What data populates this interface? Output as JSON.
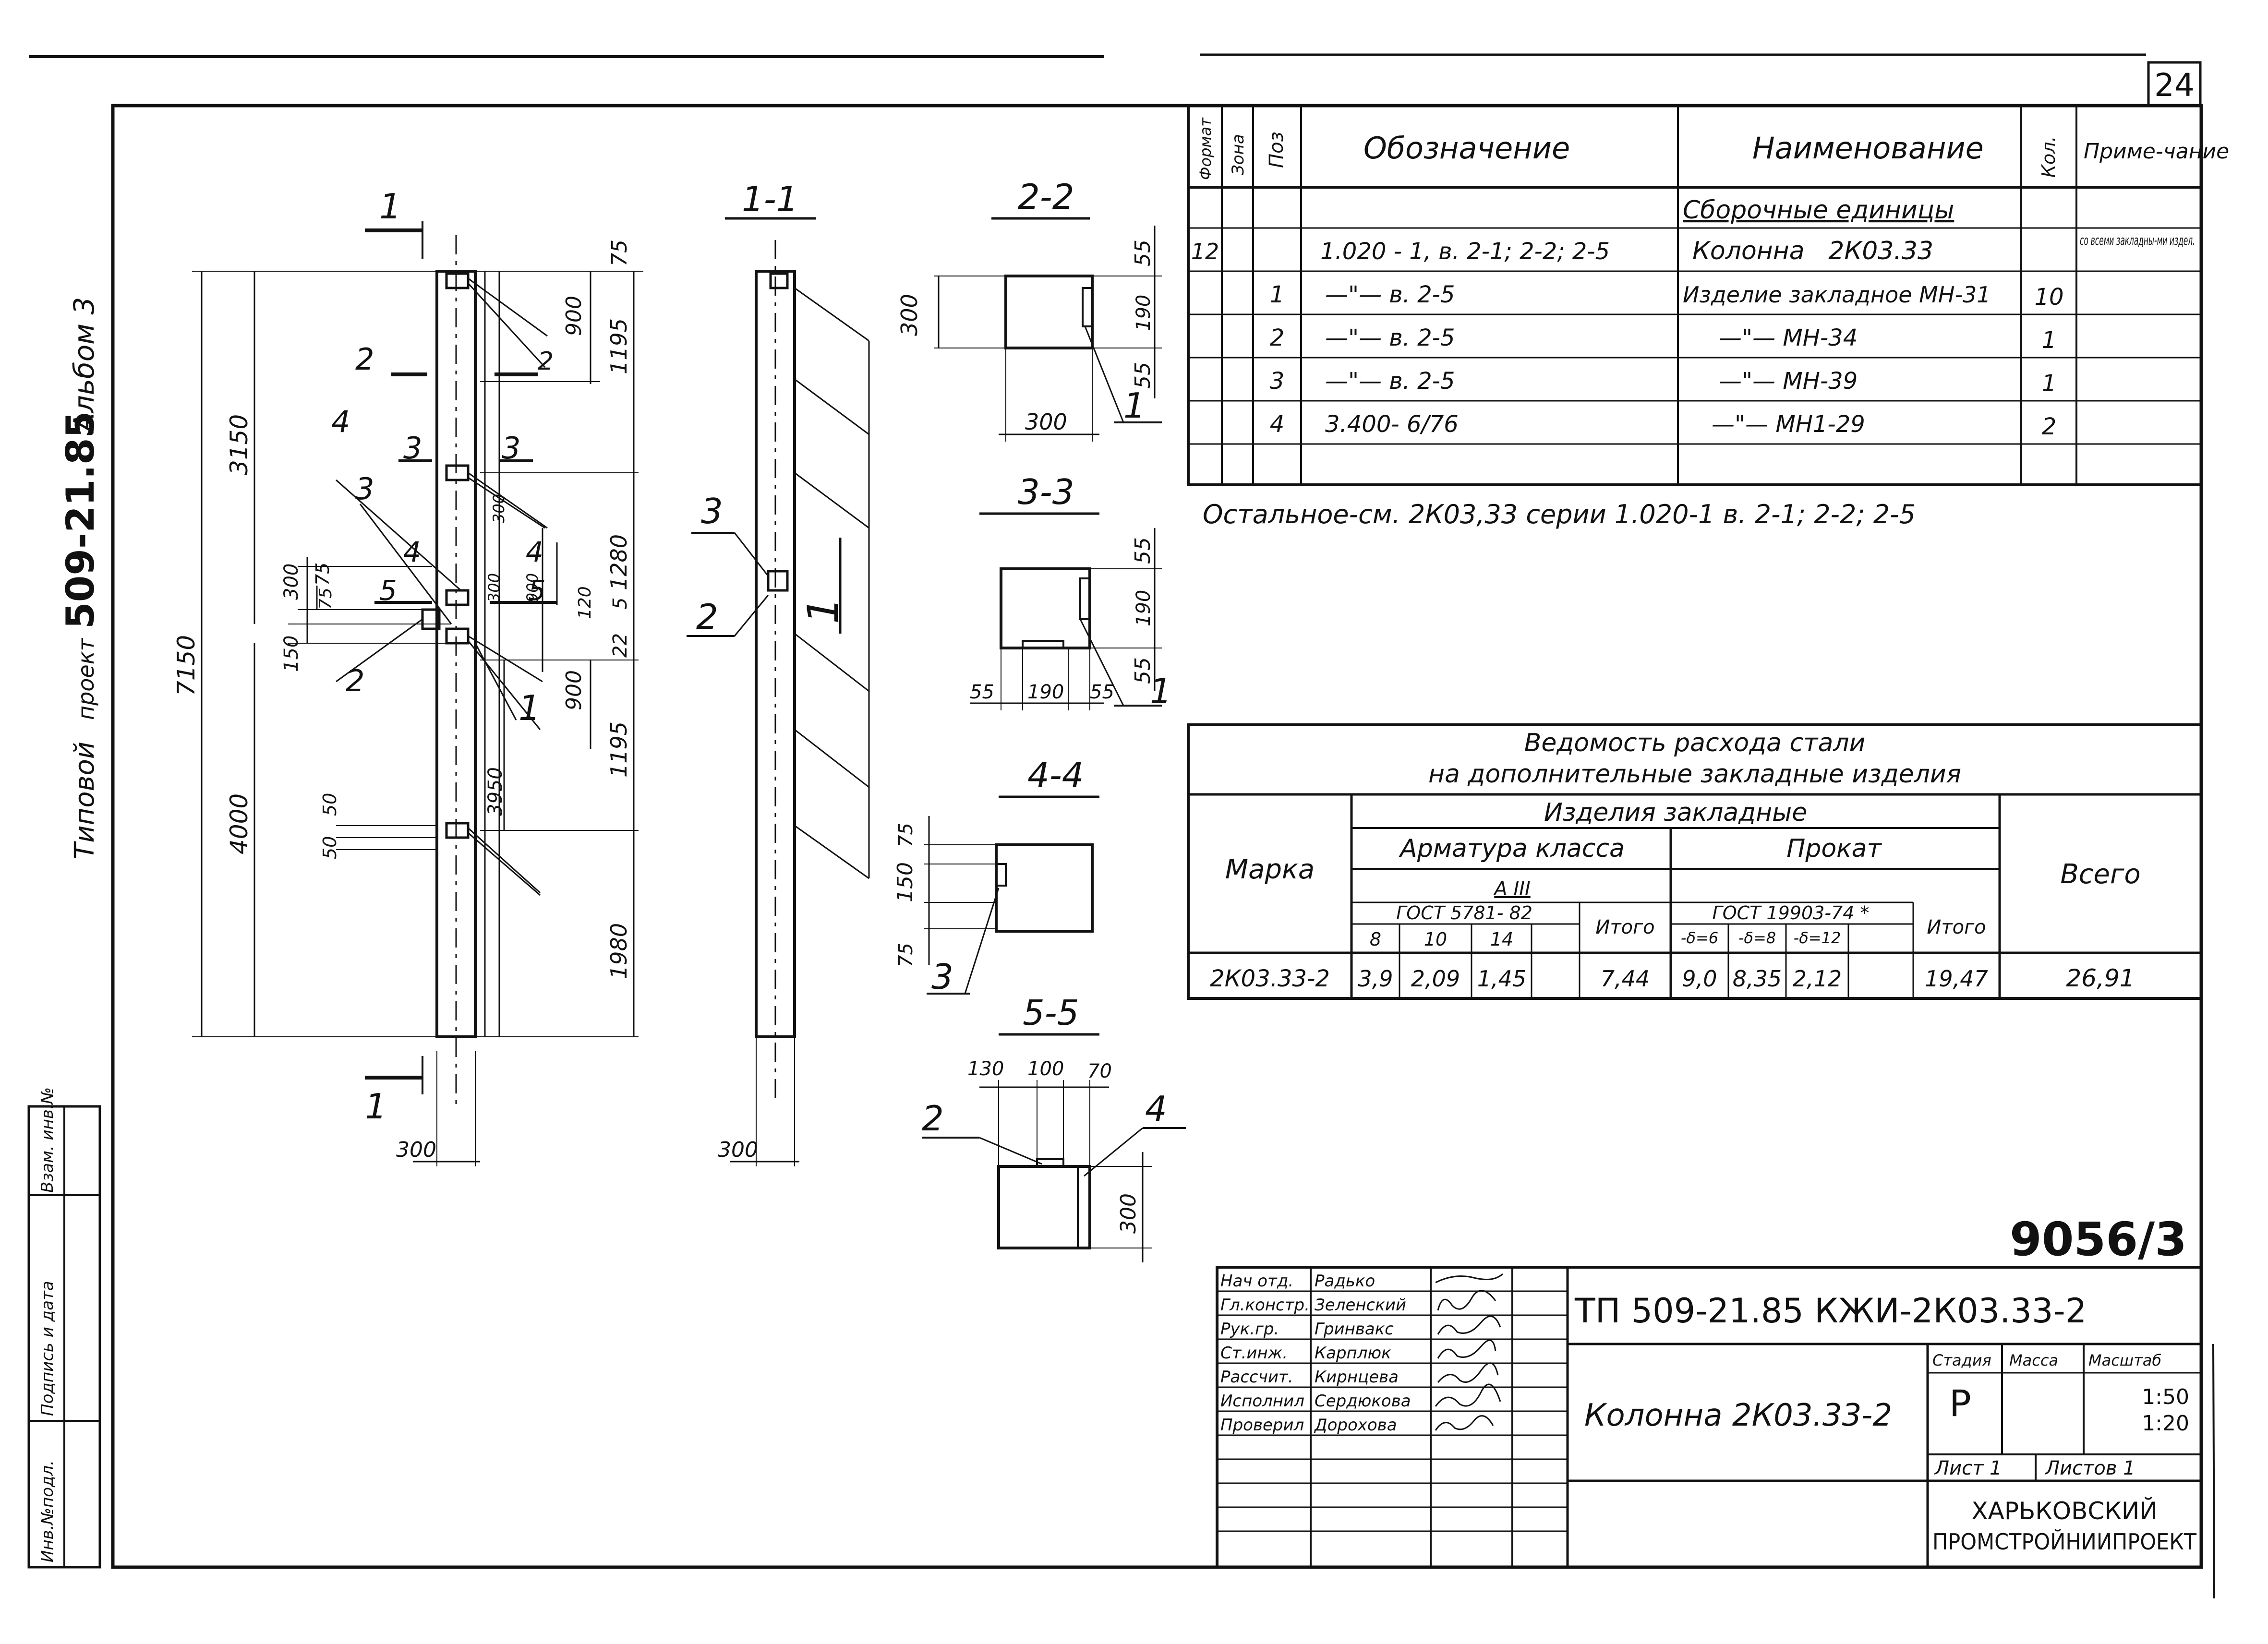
{
  "sheet_number": "24",
  "archive_number": "9056/3",
  "side_title": {
    "a": "Типовой",
    "b": "проект",
    "c": "509-21.85",
    "d": "Альбом 3"
  },
  "left_stamp": [
    "Инв.№подл.",
    "Подпись и дата",
    "Взам. инв.№"
  ],
  "elevation": {
    "section_marks": [
      "1",
      "1",
      "2",
      "3",
      "3",
      "4",
      "4",
      "5",
      "5",
      "2"
    ],
    "callouts": [
      "4",
      "3",
      "2",
      "1"
    ],
    "dims": [
      "75",
      "900",
      "1195",
      "1280",
      "120",
      "5",
      "22",
      "900",
      "1195",
      "1980",
      "3150",
      "4000",
      "7150",
      "300",
      "75",
      "75",
      "150",
      "50",
      "50",
      "300",
      "900",
      "300",
      "3950",
      "300"
    ]
  },
  "section_1_1": {
    "title": "1-1",
    "callouts": [
      "3",
      "2",
      "1"
    ],
    "dims": [
      "300"
    ]
  },
  "section_2_2": {
    "title": "2-2",
    "dims": [
      "300",
      "300",
      "55",
      "190",
      "55"
    ],
    "callouts": [
      "1"
    ]
  },
  "section_3_3": {
    "title": "3-3",
    "dims": [
      "55",
      "190",
      "55",
      "55",
      "190",
      "55"
    ],
    "callouts": [
      "1"
    ]
  },
  "section_4_4": {
    "title": "4-4",
    "dims": [
      "75",
      "150",
      "75"
    ],
    "callouts": [
      "3"
    ]
  },
  "section_5_5": {
    "title": "5-5",
    "dims": [
      "130",
      "100",
      "70",
      "300"
    ],
    "callouts": [
      "2",
      "4"
    ]
  },
  "spec_table": {
    "headers": [
      "Формат",
      "Зона",
      "Поз",
      "Обозначение",
      "Наименование",
      "Кол.",
      "Приме-чание"
    ],
    "section_title": "Сборочные единицы",
    "rows": [
      [
        "12",
        "",
        "",
        "1.020 - 1, в. 2-1; 2-2; 2-5",
        "Колонна   2К03.33",
        "",
        "со всеми закладны-ми издел."
      ],
      [
        "",
        "",
        "1",
        "—\"— в. 2-5",
        "Изделие закладное МН-31",
        "10",
        ""
      ],
      [
        "",
        "",
        "2",
        "—\"— в. 2-5",
        "—\"— МН-34",
        "1",
        ""
      ],
      [
        "",
        "",
        "3",
        "—\"— в. 2-5",
        "—\"— МН-39",
        "1",
        ""
      ],
      [
        "",
        "",
        "4",
        "3.400- 6/76",
        "—\"— МН1-29",
        "2",
        ""
      ]
    ],
    "note": "Остальное-см. 2К03,33 серии 1.020-1 в. 2-1; 2-2; 2-5"
  },
  "steel_table": {
    "title1": "Ведомость расхода стали",
    "title2": "на дополнительные закладные изделия",
    "group": "Изделия закладные",
    "sub_a": "Арматура класса",
    "sub_b": "Прокат",
    "class": "А III",
    "gost_a": "ГОСТ 5781- 82",
    "gost_b": "ГОСТ 19903-74 *",
    "marka": "Марка",
    "itogo": "Итого",
    "vsego": "Всего",
    "diam": [
      "8",
      "10",
      "14"
    ],
    "thick": [
      "-δ=6",
      "-δ=8",
      "-δ=12"
    ],
    "row": [
      "2К03.33-2",
      "3,9",
      "2,09",
      "1,45",
      "",
      "7,44",
      "9,0",
      "8,35",
      "2,12",
      "",
      "19,47",
      "26,91"
    ]
  },
  "title_block": {
    "roles": [
      "Нач отд.",
      "Гл.констр.",
      "Рук.гр.",
      "Ст.инж.",
      "Рассчит.",
      "Исполнил",
      "Проверил"
    ],
    "names": [
      "Радько",
      "Зеленский",
      "Гринвакс",
      "Карплюк",
      "Кирнцева",
      "Сердюкова",
      "Дорохова"
    ],
    "code": "ТП 509-21.85 КЖИ-2К03.33-2",
    "name": "Колонна 2К03.33-2",
    "stage_label": "Стадия",
    "mass_label": "Масса",
    "scale_label": "Масштаб",
    "stage": "Р",
    "scale1": "1:50",
    "scale2": "1:20",
    "sheet_label": "Лист 1",
    "sheets_label": "Листов 1",
    "org1": "ХАРЬКОВСКИЙ",
    "org2": "ПРОМСТРОЙНИИПРОЕКТ"
  }
}
